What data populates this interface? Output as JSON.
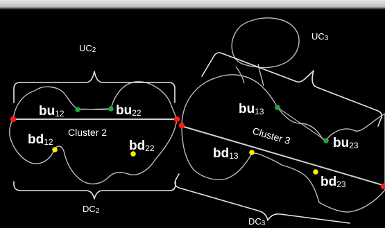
{
  "clusters": [
    {
      "name": "Cluster 2",
      "upper_brace": {
        "base": "UC",
        "sub": "2"
      },
      "lower_brace": {
        "base": "DC",
        "sub": "2"
      },
      "upper_points": [
        {
          "base": "bu",
          "sub": "12",
          "color": "#1faa3c"
        },
        {
          "base": "bu",
          "sub": "22",
          "color": "#1faa3c"
        }
      ],
      "lower_points": [
        {
          "base": "bd",
          "sub": "12",
          "color": "#ffee00"
        },
        {
          "base": "bd",
          "sub": "22",
          "color": "#ffee00"
        }
      ]
    },
    {
      "name": "Cluster 3",
      "upper_brace": {
        "base": "UC",
        "sub": "3"
      },
      "lower_brace": {
        "base": "DC",
        "sub": "3"
      },
      "upper_points": [
        {
          "base": "bu",
          "sub": "13",
          "color": "#1faa3c"
        },
        {
          "base": "bu",
          "sub": "23",
          "color": "#1faa3c"
        }
      ],
      "lower_points": [
        {
          "base": "bd",
          "sub": "13",
          "color": "#ffee00"
        },
        {
          "base": "bd",
          "sub": "23",
          "color": "#ffee00"
        }
      ]
    }
  ],
  "endpoint_color": "#ff1a1a",
  "background": "#000000",
  "outline_color": "#bdbdbd"
}
